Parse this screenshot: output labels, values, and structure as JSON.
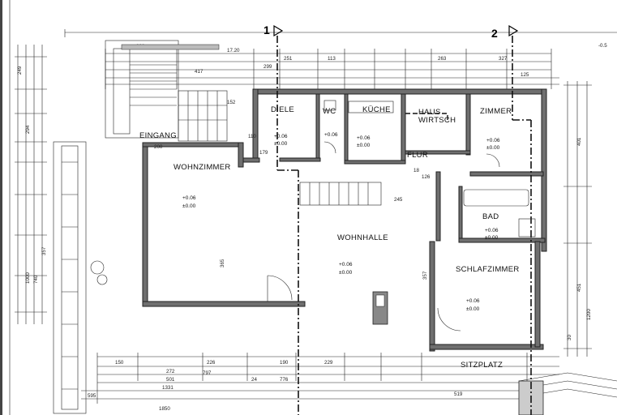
{
  "rooms": {
    "diele": "DIELE",
    "wc": "WC",
    "kueche": "KÜCHE",
    "haus1": "HAUS",
    "haus2": "WIRTSCH",
    "zimmer": "ZIMMER",
    "flur": "FLUR",
    "eingang": "EINGANG",
    "wohnzimmer": "WOHNZIMMER",
    "wohnhalle": "WOHNHALLE",
    "bad": "BAD",
    "schlafzimmer": "SCHLAFZIMMER",
    "sitzplatz": "SITZPLATZ"
  },
  "levels": {
    "diele": "+0.06",
    "diele_b": "±0.00",
    "wc": "+0.06",
    "kueche": "+0.06",
    "kueche_b": "±0.00",
    "zimmer": "+0.06",
    "zimmer_b": "±0.00",
    "wohnzimmer": "+0.06",
    "wohnzimmer_b": "±0.00",
    "wohnhalle": "+0.06",
    "wohnhalle_b": "±0.00",
    "bad": "+0.06",
    "bad_b": "±0.00",
    "schlaf": "+0.06",
    "schlaf_b": "±0.00"
  },
  "sections": {
    "one": "1",
    "two": "2"
  },
  "dims": {
    "top_total": "17.20",
    "t1": "338",
    "t2": "251",
    "t3": "113",
    "t4": "263",
    "t5": "327",
    "t6": "299",
    "t7": "125",
    "t8": "417",
    "bottom_total": "1850",
    "b1": "150",
    "b2": "272",
    "b3": "501",
    "b4": "1331",
    "b5": "595",
    "b6": "797",
    "b7": "776",
    "b8": "226",
    "b9": "229",
    "b10": "519",
    "b11": "190",
    "b12": "24",
    "left_total": "1000",
    "l1": "357",
    "l2": "249",
    "l3": "294",
    "l4": "740",
    "right_total": "1200",
    "r1": "401",
    "r2": "451",
    "r3": "30",
    "i1": "245",
    "i2": "365",
    "i3": "357",
    "i4": "179",
    "i5": "18",
    "i6": "126",
    "i7": "110",
    "i8": "200",
    "i9": "152",
    "edge": "-0.5"
  }
}
